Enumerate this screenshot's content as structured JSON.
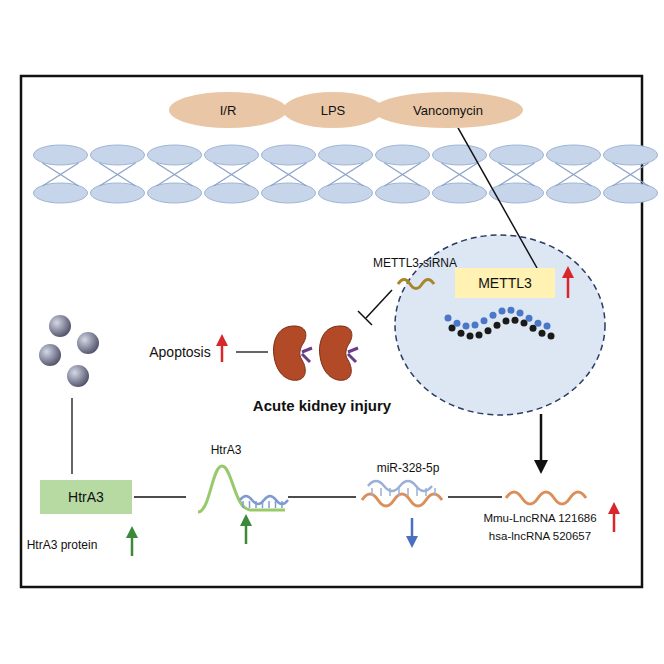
{
  "diagram": {
    "nodes": [
      {
        "text": [
          "I/R"
        ]
      },
      {
        "text": [
          "LPS"
        ]
      },
      {
        "text": [
          "Vancomycin"
        ]
      },
      {
        "text": [
          "METTL3"
        ]
      },
      {
        "text": [
          "HtrA3"
        ]
      }
    ],
    "edges": [
      {
        "from": 2,
        "to": 3,
        "arrow": "none"
      }
    ],
    "labels": [
      "METTL3-siRNA",
      "Apoptosis",
      "Acute kidney injury",
      "HtrA3 protein",
      "HtrA3",
      "miR-328-5p",
      "Mmu-LncRNA 121686",
      "hsa-lncRNA 520657"
    ]
  }
}
